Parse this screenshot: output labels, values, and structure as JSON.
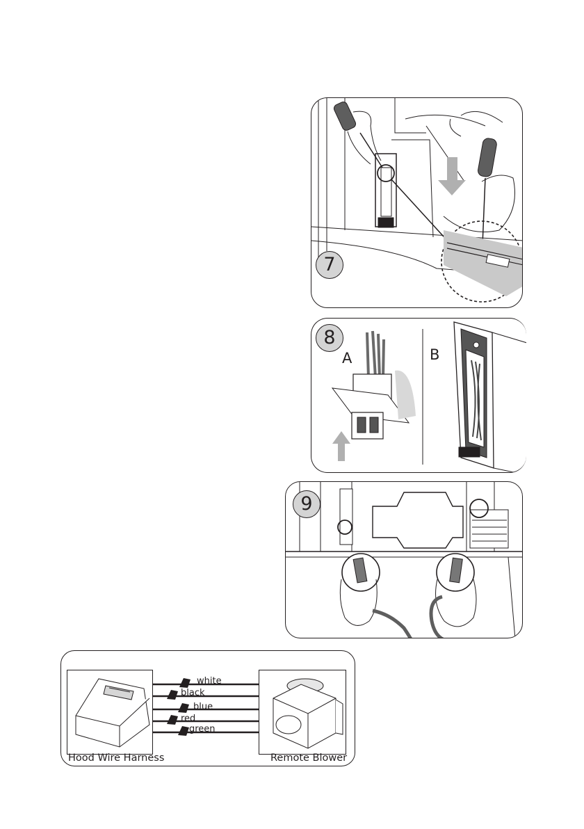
{
  "step7": {
    "number": "7"
  },
  "step8": {
    "number": "8",
    "label_a": "A",
    "label_b": "B"
  },
  "step9": {
    "number": "9"
  },
  "wiring": {
    "wires": [
      {
        "label": "white",
        "color": "#ffffff"
      },
      {
        "label": "black",
        "color": "#231f20"
      },
      {
        "label": "blue",
        "color": "#2a5db0"
      },
      {
        "label": "red",
        "color": "#c8281e"
      },
      {
        "label": "green",
        "color": "#2e8b3c"
      }
    ],
    "left_caption": "Hood Wire Harness",
    "right_caption": "Remote Blower"
  }
}
